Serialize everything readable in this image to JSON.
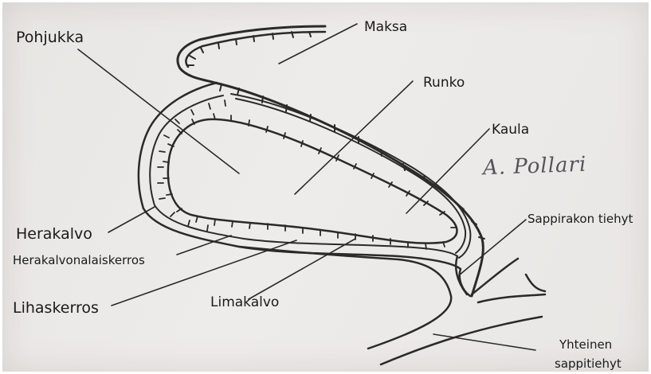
{
  "labels": {
    "pohjukka": "Pohjukka",
    "maksa": "Maksa",
    "runko": "Runko",
    "kaula": "Kaula",
    "herakalvo": "Herakalvo",
    "herakalvonalaiskerros": "Herakalvonalaiskerros",
    "lihaskerros": "Lihaskerros",
    "limakalvo": "Limakalvo",
    "sappirakon_tiehyt": "Sappirakon tiehyt",
    "yhteinen": "Yhteinen",
    "sappitiehyt": "sappitiehyt"
  },
  "signature": "A. Pollari",
  "colors": {
    "ink": "#2a2a2a",
    "paper": "#ebe9e6"
  }
}
